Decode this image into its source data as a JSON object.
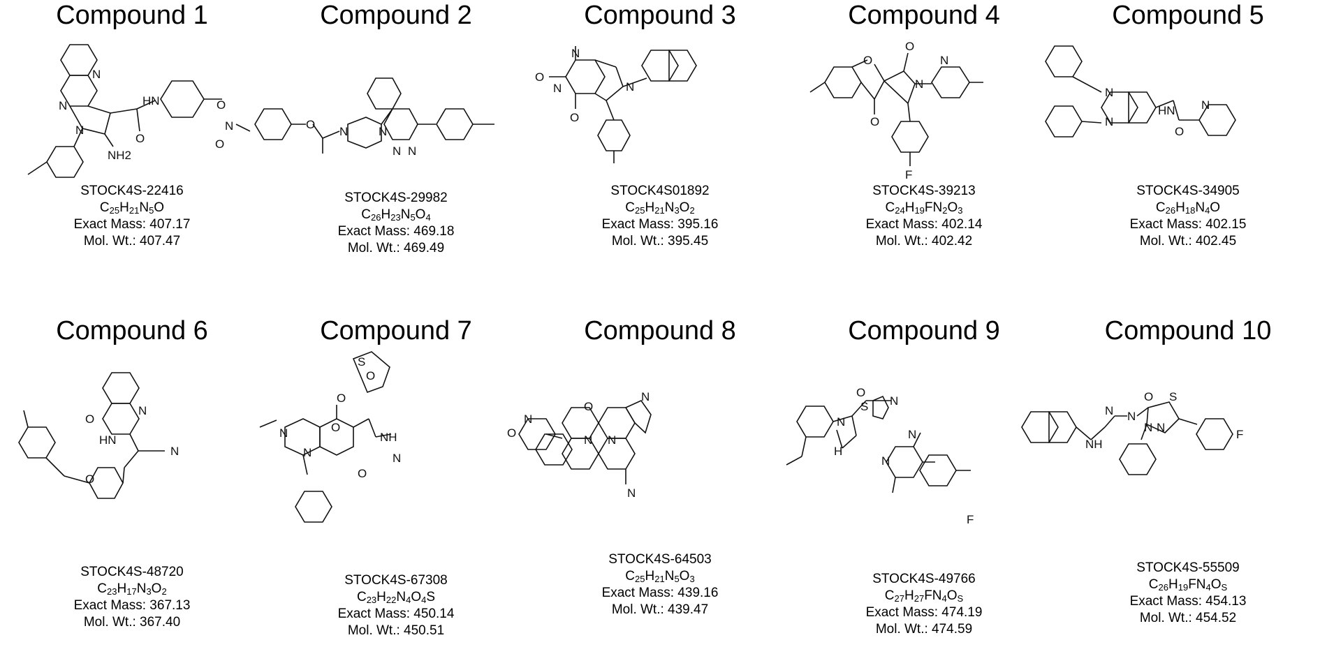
{
  "compounds": [
    {
      "title": "Compound 1",
      "id": "STOCK4S-22416",
      "formula": [
        [
          "C",
          "25"
        ],
        [
          "H",
          "21"
        ],
        [
          "N",
          "5"
        ],
        [
          "O",
          ""
        ]
      ],
      "exact_mass": "Exact Mass: 407.17",
      "mol_wt": "Mol. Wt.: 407.47",
      "atoms": [
        "HN",
        "N",
        "N",
        "N",
        "NH2",
        "O"
      ]
    },
    {
      "title": "Compound 2",
      "id": "STOCK4S-29982",
      "formula": [
        [
          "C",
          "26"
        ],
        [
          "H",
          "23"
        ],
        [
          "N",
          "5"
        ],
        [
          "O",
          "4"
        ]
      ],
      "exact_mass": "Exact Mass: 469.18",
      "mol_wt": "Mol. Wt.: 469.49",
      "atoms": [
        "O",
        "N",
        "O",
        "O",
        "N",
        "N",
        "N",
        "N"
      ]
    },
    {
      "title": "Compound 3",
      "id": "STOCK4S01892",
      "formula": [
        [
          "C",
          "25"
        ],
        [
          "H",
          "21"
        ],
        [
          "N",
          "3"
        ],
        [
          "O",
          "2"
        ]
      ],
      "exact_mass": "Exact Mass: 395.16",
      "mol_wt": "Mol. Wt.: 395.45",
      "atoms": [
        "O",
        "N",
        "N",
        "O",
        "N"
      ]
    },
    {
      "title": "Compound 4",
      "id": "STOCK4S-39213",
      "formula": [
        [
          "C",
          "24"
        ],
        [
          "H",
          "19"
        ],
        [
          "F",
          ""
        ],
        [
          "N",
          "2"
        ],
        [
          "O",
          "3"
        ]
      ],
      "exact_mass": "Exact Mass: 402.14",
      "mol_wt": "Mol. Wt.: 402.42",
      "atoms": [
        "O",
        "O",
        "N",
        "N",
        "O",
        "F"
      ]
    },
    {
      "title": "Compound 5",
      "id": "STOCK4S-34905",
      "formula": [
        [
          "C",
          "26"
        ],
        [
          "H",
          "18"
        ],
        [
          "N",
          "4"
        ],
        [
          "O",
          ""
        ]
      ],
      "exact_mass": "Exact Mass: 402.15",
      "mol_wt": "Mol. Wt.: 402.45",
      "atoms": [
        "N",
        "N",
        "HN",
        "N",
        "O"
      ]
    },
    {
      "title": "Compound 6",
      "id": "STOCK4S-48720",
      "formula": [
        [
          "C",
          "23"
        ],
        [
          "H",
          "17"
        ],
        [
          "N",
          "3"
        ],
        [
          "O",
          "2"
        ]
      ],
      "exact_mass": "Exact Mass: 367.13",
      "mol_wt": "Mol. Wt.: 367.40",
      "atoms": [
        "O",
        "N",
        "HN",
        "O",
        "N"
      ]
    },
    {
      "title": "Compound 7",
      "id": "STOCK4S-67308",
      "formula": [
        [
          "C",
          "23"
        ],
        [
          "H",
          "22"
        ],
        [
          "N",
          "4"
        ],
        [
          "O",
          "4"
        ],
        [
          "S",
          ""
        ]
      ],
      "exact_mass": "Exact Mass: 450.14",
      "mol_wt": "Mol. Wt.: 450.51",
      "atoms": [
        "O",
        "S",
        "O",
        "O",
        "NH",
        "N",
        "N",
        "N",
        "O"
      ]
    },
    {
      "title": "Compound 8",
      "id": "STOCK4S-64503",
      "formula": [
        [
          "C",
          "25"
        ],
        [
          "H",
          "21"
        ],
        [
          "N",
          "5"
        ],
        [
          "O",
          "3"
        ]
      ],
      "exact_mass": "Exact Mass: 439.16",
      "mol_wt": "Mol. Wt.: 439.47",
      "atoms": [
        "N",
        "O",
        "N",
        "O",
        "N",
        "N",
        "N"
      ]
    },
    {
      "title": "Compound 9",
      "id": "STOCK4S-49766",
      "formula": [
        [
          "C",
          "27"
        ],
        [
          "H",
          "27"
        ],
        [
          "F",
          ""
        ],
        [
          "N",
          "4"
        ],
        [
          "O",
          "S"
        ]
      ],
      "exact_mass": "Exact Mass: 474.19",
      "mol_wt": "Mol. Wt.: 474.59",
      "atoms": [
        "O",
        "S",
        "N",
        "N",
        "H",
        "N",
        "N",
        "F"
      ]
    },
    {
      "title": "Compound 10",
      "id": "STOCK4S-55509",
      "formula": [
        [
          "C",
          "26"
        ],
        [
          "H",
          "19"
        ],
        [
          "F",
          ""
        ],
        [
          "N",
          "4"
        ],
        [
          "O",
          "S"
        ]
      ],
      "exact_mass": "Exact Mass: 454.13",
      "mol_wt": "Mol. Wt.: 454.52",
      "atoms": [
        "N",
        "N",
        "O",
        "S",
        "N",
        "F",
        "NH",
        "N"
      ]
    }
  ]
}
